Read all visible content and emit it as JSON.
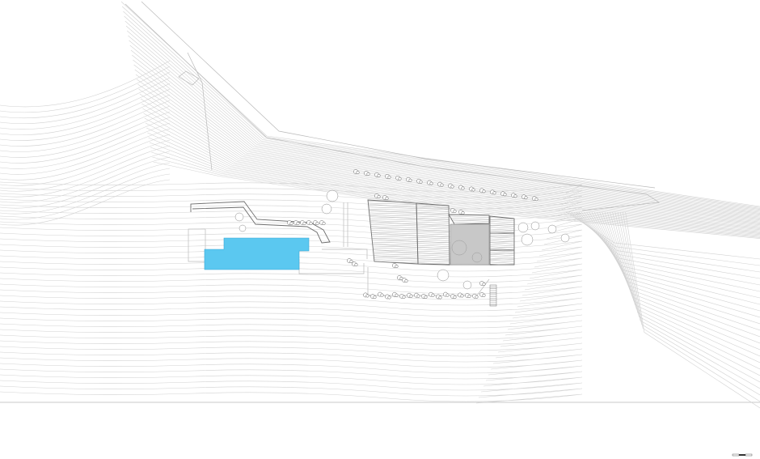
{
  "drawing": {
    "type": "architectural site plan",
    "elements": [
      "terrain-contours",
      "access-road",
      "pool",
      "house-roofs",
      "courtyard",
      "trees",
      "shrubs",
      "stairs",
      "scale-bar"
    ]
  },
  "colors": {
    "background": "#ffffff",
    "contour": "#d2d2d2",
    "pool": "#5bc8f0",
    "courtyard": "#c8c8c8",
    "building_outline": "#6e6e6e",
    "scale_bar": "#333333"
  }
}
